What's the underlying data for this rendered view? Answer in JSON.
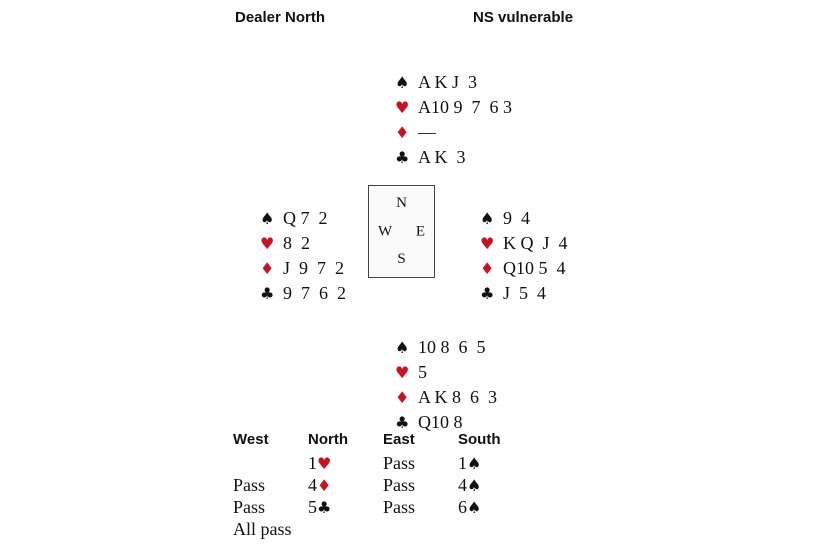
{
  "header": {
    "dealer": "Dealer North",
    "vulnerability": "NS vulnerable"
  },
  "colors": {
    "red_suit": "#cc1122",
    "black_suit": "#111111"
  },
  "suit_symbols": {
    "spades": "♠",
    "hearts": "♥",
    "diamonds": "♦",
    "clubs": "♣"
  },
  "compass": {
    "north": "N",
    "east": "E",
    "south": "S",
    "west": "W"
  },
  "hands": {
    "north": {
      "spades": "A K J  3",
      "hearts": "A10 9  7  6 3",
      "diamonds": "—",
      "clubs": "A K  3"
    },
    "west": {
      "spades": "Q 7  2",
      "hearts": "8  2",
      "diamonds": "J  9  7  2",
      "clubs": "9  7  6  2"
    },
    "east": {
      "spades": "9  4",
      "hearts": "K Q  J  4",
      "diamonds": "Q10 5  4",
      "clubs": "J  5  4"
    },
    "south": {
      "spades": "10 8  6  5",
      "hearts": "5",
      "diamonds": "A K 8  6  3",
      "clubs": "Q10 8"
    }
  },
  "auction": {
    "headers": [
      "West",
      "North",
      "East",
      "South"
    ],
    "rows": [
      [
        {
          "text": "",
          "suit": "",
          "symbol": ""
        },
        {
          "text": "1",
          "suit": "hearts",
          "symbol": "♥"
        },
        {
          "text": "Pass",
          "suit": "",
          "symbol": ""
        },
        {
          "text": "1",
          "suit": "spades",
          "symbol": "♠"
        }
      ],
      [
        {
          "text": "Pass",
          "suit": "",
          "symbol": ""
        },
        {
          "text": "4",
          "suit": "diamonds",
          "symbol": "♦"
        },
        {
          "text": "Pass",
          "suit": "",
          "symbol": ""
        },
        {
          "text": "4",
          "suit": "spades",
          "symbol": "♠"
        }
      ],
      [
        {
          "text": "Pass",
          "suit": "",
          "symbol": ""
        },
        {
          "text": "5",
          "suit": "clubs",
          "symbol": "♣"
        },
        {
          "text": "Pass",
          "suit": "",
          "symbol": ""
        },
        {
          "text": "6",
          "suit": "spades",
          "symbol": "♠"
        }
      ],
      [
        {
          "text": "All pass",
          "suit": "",
          "symbol": ""
        },
        {
          "text": "",
          "suit": "",
          "symbol": ""
        },
        {
          "text": "",
          "suit": "",
          "symbol": ""
        },
        {
          "text": "",
          "suit": "",
          "symbol": ""
        }
      ]
    ]
  }
}
